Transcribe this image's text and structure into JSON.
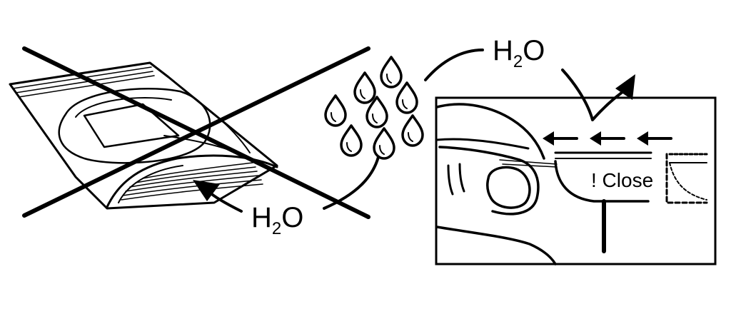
{
  "labels": {
    "h2o_left": {
      "h": "H",
      "sub": "2",
      "o": "O"
    },
    "h2o_top": {
      "h": "H",
      "sub": "2",
      "o": "O"
    },
    "close": "! Close"
  },
  "icons": {
    "crossed_out": "cross-out-icon",
    "droplets": "water-droplet-icon",
    "arrows": "arrow-left-icon"
  },
  "colors": {
    "ink": "#000000",
    "background": "#ffffff"
  }
}
